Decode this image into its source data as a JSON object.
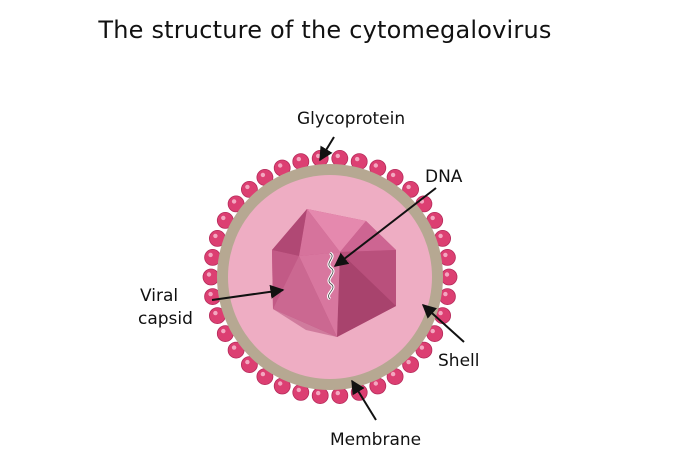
{
  "title": "The structure of the cytomegalovirus",
  "labels": {
    "glycoprotein": "Glycoprotein",
    "dna": "DNA",
    "viral_capsid_line1": "Viral",
    "viral_capsid_line2": "capsid",
    "shell": "Shell",
    "membrane": "Membrane"
  },
  "colors": {
    "glycoprotein": "#dc3f72",
    "glycoprotein_highlight": "#f3a7c0",
    "shell": "#b6a892",
    "inner": "#eeadc3",
    "capsid_mid": "#c45683",
    "capsid_light": "#dc7aa2",
    "capsid_dark": "#a33f68",
    "dna": "#ffffff",
    "arrow": "#111111"
  }
}
